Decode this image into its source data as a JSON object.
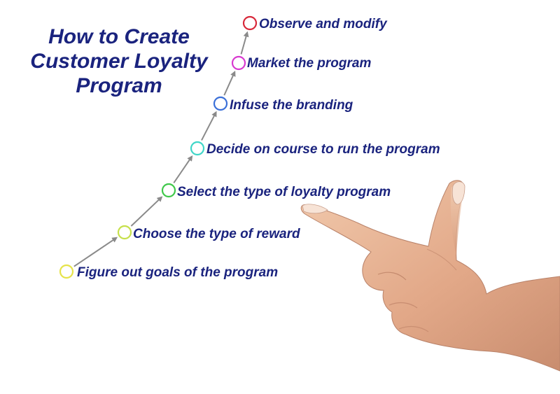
{
  "title": {
    "lines": [
      "How to Create",
      "Customer Loyalty",
      "Program"
    ]
  },
  "steps": [
    {
      "label": "Figure out goals of the program",
      "color": "#e6e34a"
    },
    {
      "label": "Choose the type of reward",
      "color": "#c6e04a"
    },
    {
      "label": "Select the type of loyalty program",
      "color": "#3fc84a"
    },
    {
      "label": "Decide on course to run the program",
      "color": "#3fd6c8"
    },
    {
      "label": "Infuse the branding",
      "color": "#3a6fd8"
    },
    {
      "label": "Market the program",
      "color": "#d83ad0"
    },
    {
      "label": "Observe and modify",
      "color": "#d8283a"
    }
  ],
  "colors": {
    "text": "#1a237e",
    "arrow": "#8a8a8a",
    "background": "#ffffff"
  },
  "decoration": {
    "hand": "pointing-hand-image"
  }
}
